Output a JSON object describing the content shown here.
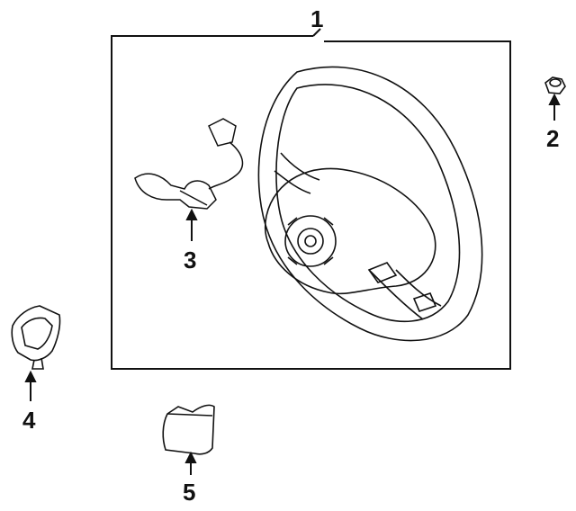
{
  "diagram": {
    "callouts": [
      {
        "id": "1",
        "label": "1",
        "part": "steering-wheel"
      },
      {
        "id": "2",
        "label": "2",
        "part": "nut"
      },
      {
        "id": "3",
        "label": "3",
        "part": "switch-assembly"
      },
      {
        "id": "4",
        "label": "4",
        "part": "lower-cover"
      },
      {
        "id": "5",
        "label": "5",
        "part": "cover"
      }
    ]
  },
  "colors": {
    "line": "#111111",
    "background": "#ffffff"
  }
}
